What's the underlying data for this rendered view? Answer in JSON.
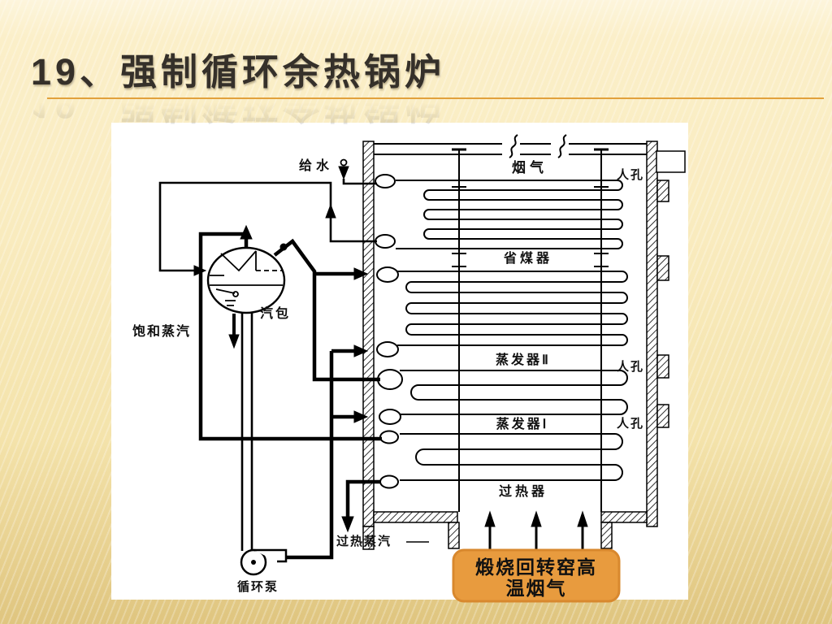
{
  "slide": {
    "title": "19、强制循环余热锅炉",
    "accent_underline_color": "#E2A13C",
    "background_top_color": "#FDF5DC",
    "background_bottom_color": "#DFC57F",
    "panel_color": "#FFFFFF"
  },
  "diagram": {
    "labels": {
      "feed_water": "给水",
      "flue_gas": "烟气",
      "manhole_1": "人孔",
      "manhole_2": "人孔",
      "manhole_3": "人孔",
      "economizer": "省煤器",
      "steam_drum": "汽包",
      "saturated_steam": "饱和蒸汽",
      "evaporator_2": "蒸发器Ⅱ",
      "evaporator_1": "蒸发器Ⅰ",
      "superheater": "过热器",
      "superheated_steam": "过热蒸汽",
      "circulation_pump": "循环泵"
    },
    "callout": {
      "line1": "煅烧回转窑高",
      "line2": "温烟气",
      "fill": "#E89B3E",
      "border": "#D8882E",
      "text_color": "#FFFFFF"
    },
    "line_color": "#000000"
  }
}
